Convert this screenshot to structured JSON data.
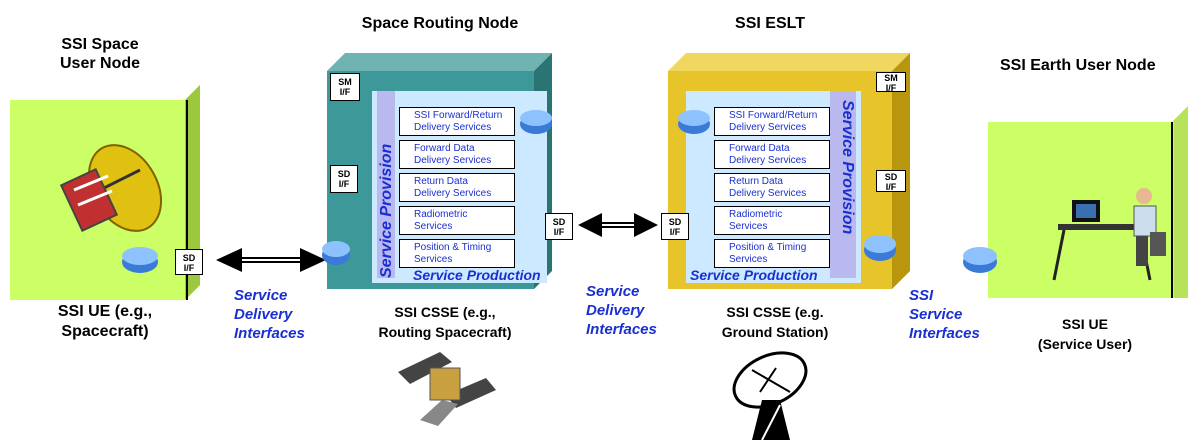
{
  "nodes": {
    "space_user": {
      "title_line1": "SSI Space",
      "title_line2": "User Node",
      "caption_line1": "SSI UE (e.g.,",
      "caption_line2": "Spacecraft)",
      "sd_tag": "SD\nI/F"
    },
    "routing": {
      "title": "Space Routing Node",
      "caption_line1": "SSI CSSE (e.g.,",
      "caption_line2": "Routing Spacecraft)",
      "sm_tag": "SM\nI/F",
      "sd_tag": "SD\nI/F",
      "sd_tag2": "SD\nI/F",
      "provision_label": "Service Provision",
      "production_label": "Service Production"
    },
    "eslt": {
      "title": "SSI ESLT",
      "caption_line1": "SSI CSSE (e.g.",
      "caption_line2": "Ground Station)",
      "sm_tag": "SM\nI/F",
      "sd_tag": "SD\nI/F",
      "sd_tag2": "SD\nI/F",
      "provision_label": "Service Provision",
      "production_label": "Service Production"
    },
    "earth_user": {
      "title": "SSI Earth User Node",
      "caption_line1": "SSI UE",
      "caption_line2": "(Service User)"
    }
  },
  "services": [
    {
      "line1": "SSI Forward/Return",
      "line2": "Delivery Services"
    },
    {
      "line1": "Forward Data",
      "line2": "Delivery Services"
    },
    {
      "line1": "Return Data",
      "line2": "Delivery Services"
    },
    {
      "line1": "Radiometric",
      "line2": "Services"
    },
    {
      "line1": "Position & Timing",
      "line2": "Services"
    }
  ],
  "interfaces": {
    "left": {
      "line1": "Service",
      "line2": "Delivery",
      "line3": "Interfaces"
    },
    "middle": {
      "line1": "Service",
      "line2": "Delivery",
      "line3": "Interfaces"
    },
    "right": {
      "line1": "SSI",
      "line2": "Service",
      "line3": "Interfaces"
    }
  },
  "colors": {
    "green_face": "#ccff66",
    "teal_face": "#3d9999",
    "gold_face": "#e6c42a",
    "panel": "#cce9ff",
    "provision": "#b9b9ef",
    "text_blue": "#1a2fd0"
  }
}
